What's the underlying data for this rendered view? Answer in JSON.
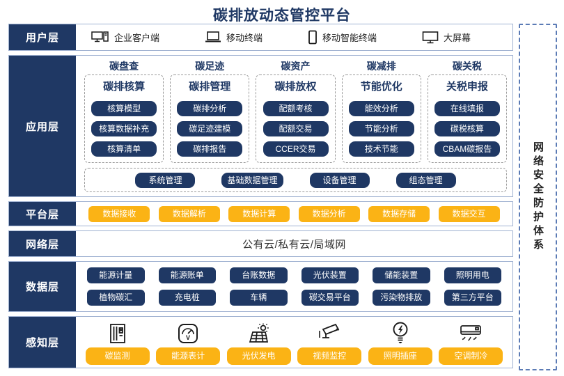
{
  "title": "碳排放动态管控平台",
  "sidebar": {
    "label": "网络安全防护体系"
  },
  "colors": {
    "navy": "#1F3864",
    "amber": "#FBB315",
    "row_border": "#9FB1D1",
    "sidebar_dash": "#5B7BB5"
  },
  "layers": {
    "user": {
      "label": "用户层",
      "items": [
        {
          "icon": "desktop-pc-icon",
          "label": "企业客户端"
        },
        {
          "icon": "laptop-icon",
          "label": "移动终端"
        },
        {
          "icon": "smartphone-icon",
          "label": "移动智能终端"
        },
        {
          "icon": "monitor-icon",
          "label": "大屏幕"
        }
      ]
    },
    "app": {
      "label": "应用层",
      "columns": [
        {
          "header": "碳盘查",
          "subtitle": "碳排核算",
          "buttons": [
            "核算模型",
            "核算数据补充",
            "核算清单"
          ]
        },
        {
          "header": "碳足迹",
          "subtitle": "碳排管理",
          "buttons": [
            "碳排分析",
            "碳足迹建模",
            "碳排报告"
          ]
        },
        {
          "header": "碳资产",
          "subtitle": "碳排放权",
          "buttons": [
            "配额考核",
            "配额交易",
            "CCER交易"
          ]
        },
        {
          "header": "碳减排",
          "subtitle": "节能优化",
          "buttons": [
            "能效分析",
            "节能分析",
            "技术节能"
          ]
        },
        {
          "header": "碳关税",
          "subtitle": "关税申报",
          "buttons": [
            "在线填报",
            "碳税核算",
            "CBAM碳报告"
          ]
        }
      ],
      "common_buttons": [
        "系统管理",
        "基础数据管理",
        "设备管理",
        "组态管理"
      ]
    },
    "platform": {
      "label": "平台层",
      "buttons": [
        "数据接收",
        "数据解析",
        "数据计算",
        "数据分析",
        "数据存储",
        "数据交互"
      ]
    },
    "network": {
      "label": "网络层",
      "text": "公有云/私有云/局域网"
    },
    "data": {
      "label": "数据层",
      "row1": [
        "能源计量",
        "能源账单",
        "台账数据",
        "光伏装置",
        "储能装置",
        "照明用电"
      ],
      "row2": [
        "植物碳汇",
        "充电桩",
        "车辆",
        "碳交易平台",
        "污染物排放",
        "第三方平台"
      ]
    },
    "sensing": {
      "label": "感知层",
      "items": [
        {
          "icon": "carbon-monitor-icon",
          "label": "碳监测"
        },
        {
          "icon": "energy-meter-icon",
          "label": "能源表计"
        },
        {
          "icon": "solar-pv-icon",
          "label": "光伏发电"
        },
        {
          "icon": "cctv-camera-icon",
          "label": "视频监控"
        },
        {
          "icon": "light-socket-icon",
          "label": "照明插座"
        },
        {
          "icon": "air-conditioner-icon",
          "label": "空调制冷"
        }
      ]
    }
  }
}
